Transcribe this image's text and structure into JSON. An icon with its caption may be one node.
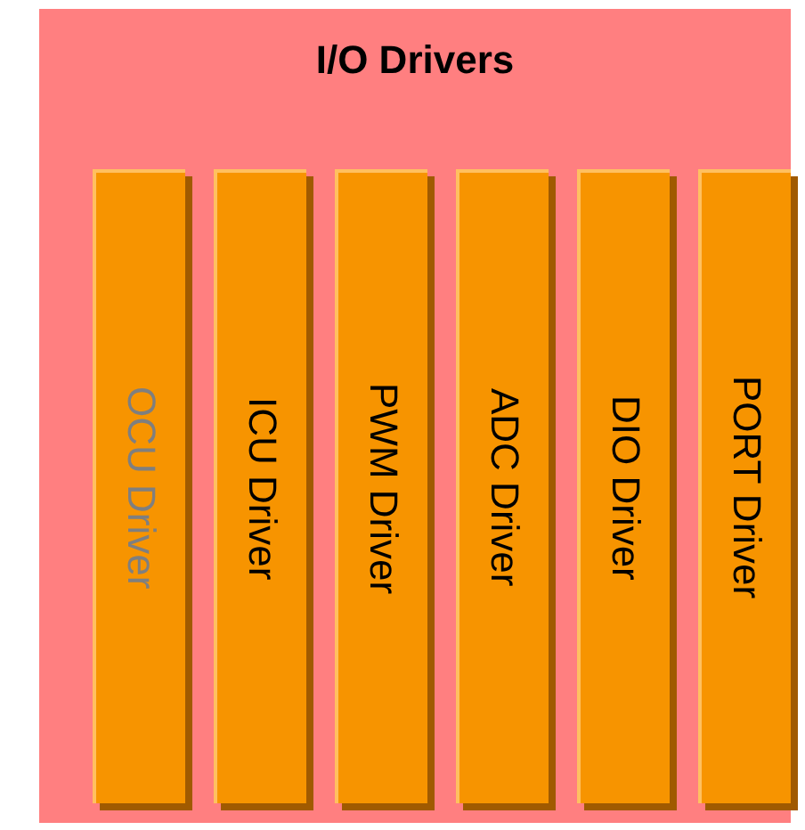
{
  "diagram": {
    "nodes": [
      {
        "text": [
          "I/O Drivers"
        ]
      },
      {
        "text": [
          "OCU Driver"
        ],
        "in": 0
      },
      {
        "text": [
          "ICU Driver"
        ],
        "in": 0
      },
      {
        "text": [
          "PWM Driver"
        ],
        "in": 0
      },
      {
        "text": [
          "ADC Driver"
        ],
        "in": 0
      },
      {
        "text": [
          "DIO Driver"
        ],
        "in": 0
      },
      {
        "text": [
          "PORT Driver"
        ],
        "in": 0
      }
    ]
  }
}
